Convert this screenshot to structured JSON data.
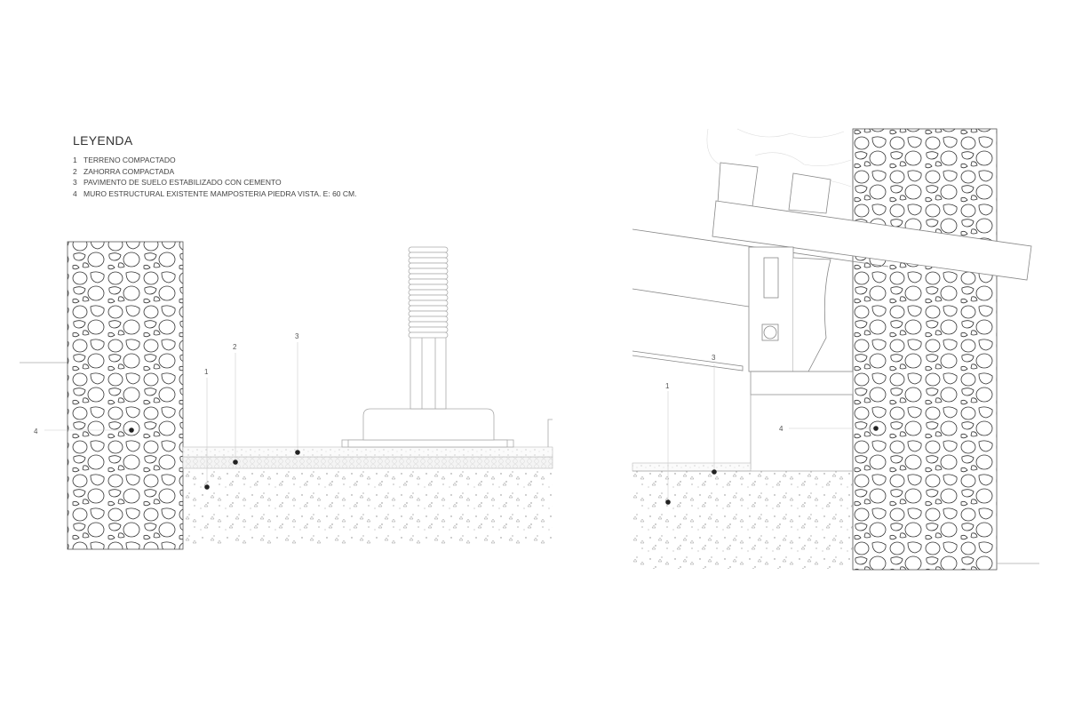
{
  "legend": {
    "title": "LEYENDA",
    "items": [
      {
        "num": "1",
        "label": "TERRENO COMPACTADO"
      },
      {
        "num": "2",
        "label": "ZAHORRA COMPACTADA"
      },
      {
        "num": "3",
        "label": "PAVIMENTO DE SUELO ESTABILIZADO CON CEMENTO"
      },
      {
        "num": "4",
        "label": "MURO ESTRUCTURAL EXISTENTE MAMPOSTERIA PIEDRA VISTA. E: 60 CM."
      }
    ]
  },
  "left_section": {
    "callouts": [
      "1",
      "2",
      "3",
      "4"
    ]
  },
  "right_section": {
    "callouts": [
      "1",
      "3",
      "4"
    ]
  }
}
